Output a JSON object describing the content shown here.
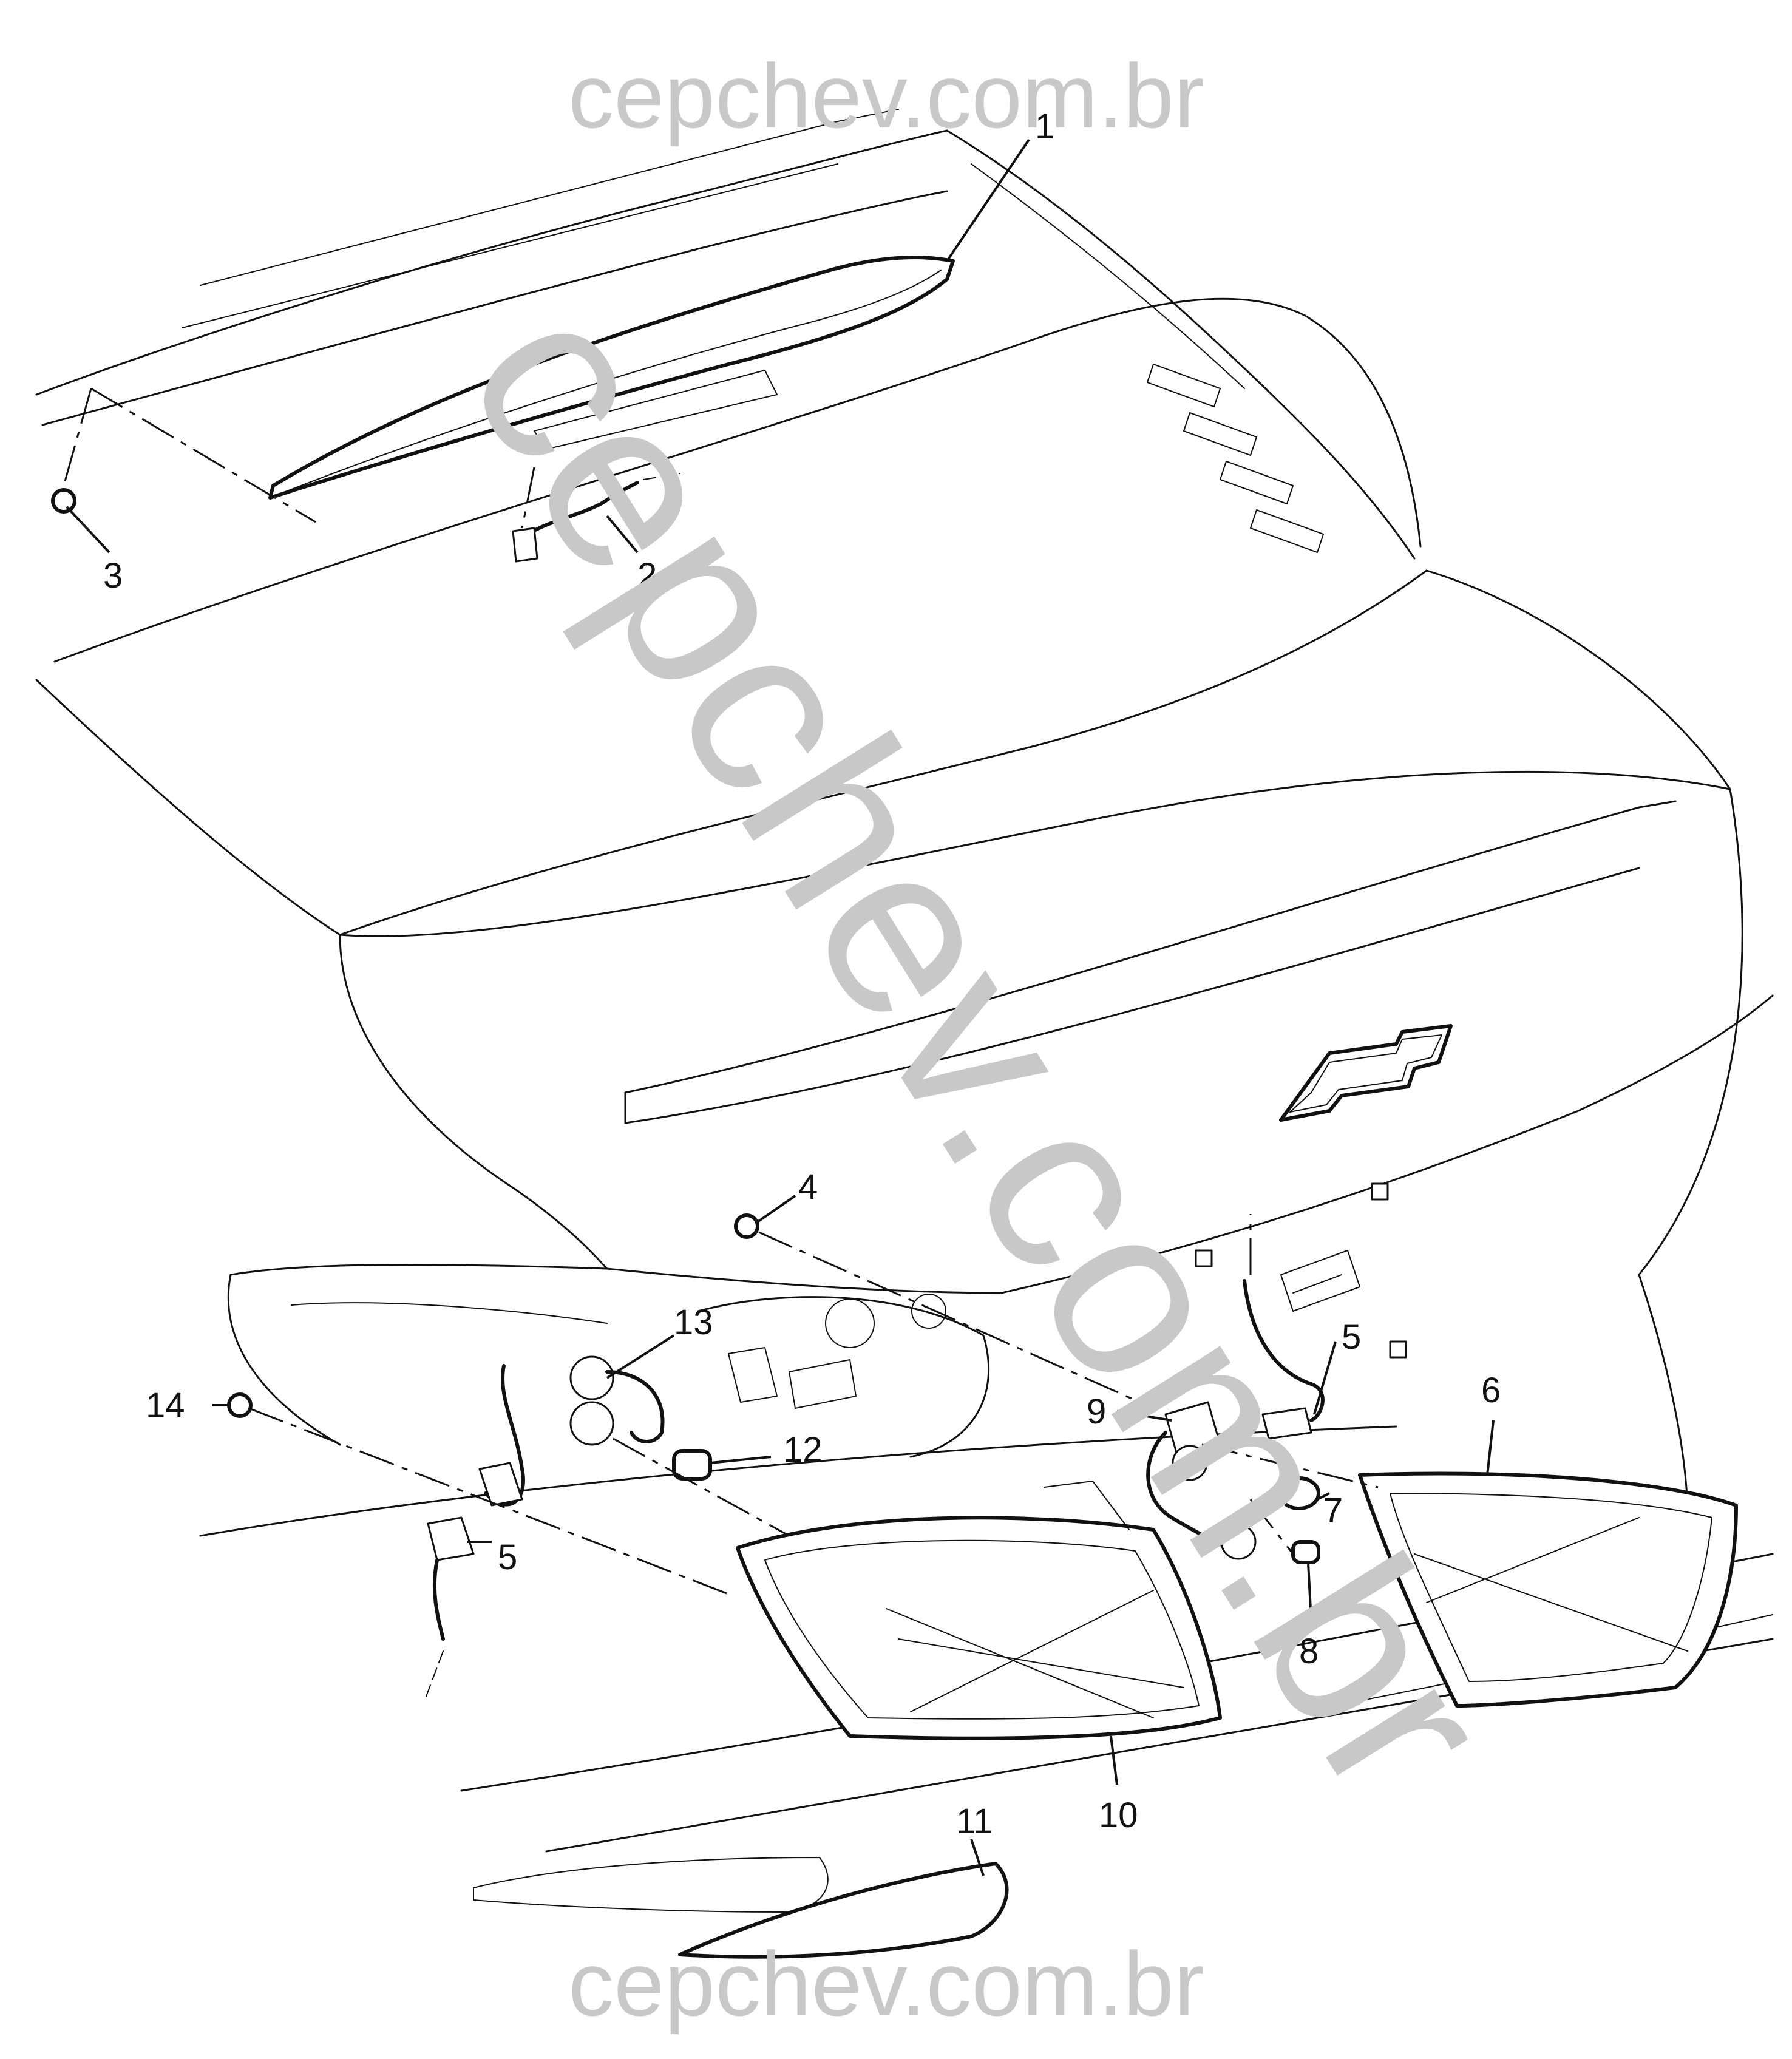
{
  "watermark": {
    "top": "cepchev.com.br",
    "bottom": "cepchev.com.br",
    "diagonal": "cepchev.com.br",
    "color": "#c8c8c8"
  },
  "callouts": [
    "1",
    "2",
    "3",
    "4",
    "5",
    "5",
    "6",
    "7",
    "8",
    "9",
    "10",
    "11",
    "12",
    "13",
    "14"
  ]
}
